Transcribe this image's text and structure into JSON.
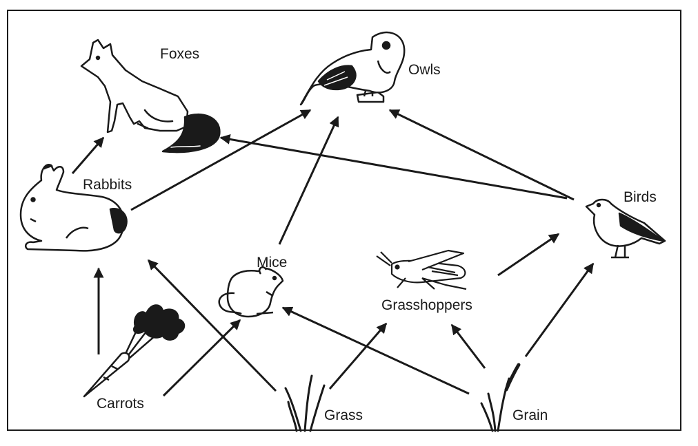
{
  "diagram": {
    "organisms": {
      "foxes": "Foxes",
      "owls": "Owls",
      "rabbits": "Rabbits",
      "birds": "Birds",
      "mice": "Mice",
      "grasshoppers": "Grasshoppers",
      "carrots": "Carrots",
      "grass": "Grass",
      "grain": "Grain"
    },
    "links": [
      {
        "from": "Rabbits",
        "to": "Foxes"
      },
      {
        "from": "Birds",
        "to": "Foxes"
      },
      {
        "from": "Rabbits",
        "to": "Owls"
      },
      {
        "from": "Mice",
        "to": "Owls"
      },
      {
        "from": "Birds",
        "to": "Owls"
      },
      {
        "from": "Carrots",
        "to": "Rabbits"
      },
      {
        "from": "Grass",
        "to": "Rabbits"
      },
      {
        "from": "Carrots",
        "to": "Mice"
      },
      {
        "from": "Grain",
        "to": "Mice"
      },
      {
        "from": "Grass",
        "to": "Grasshoppers"
      },
      {
        "from": "Grain",
        "to": "Grasshoppers"
      },
      {
        "from": "Grasshoppers",
        "to": "Birds"
      },
      {
        "from": "Grain",
        "to": "Birds"
      }
    ]
  }
}
